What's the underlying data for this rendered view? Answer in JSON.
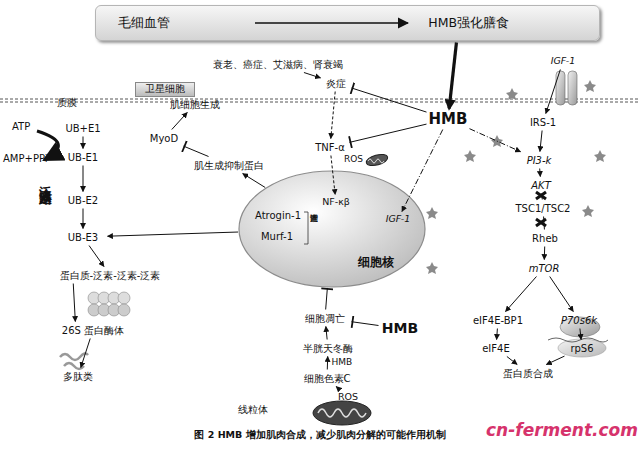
{
  "diagram": {
    "caption": "图 2 HMB 增加肌肉合成，减少肌肉分解的可能作用机制",
    "nodes": [
      {
        "text": [
          "毛细血管",
          "HMB强化膳食"
        ]
      },
      {
        "text": [
          "卫星细胞"
        ]
      },
      {
        "text": [
          "衰老、癌症、艾滋病、肾衰竭"
        ]
      },
      {
        "text": [
          "炎症"
        ]
      },
      {
        "text": [
          "HMB"
        ]
      },
      {
        "text": [
          "IGF-1"
        ]
      },
      {
        "text": [
          "肌细胞生成"
        ]
      },
      {
        "text": [
          "MyoD"
        ]
      },
      {
        "text": [
          "UB+E1"
        ]
      },
      {
        "text": [
          "UB-E1"
        ]
      },
      {
        "text": [
          "IRS-1"
        ]
      },
      {
        "text": [
          "TNF-α"
        ]
      },
      {
        "text": [
          "PI3-k"
        ]
      },
      {
        "text": [
          "肌生成抑制蛋白"
        ]
      },
      {
        "text": [
          "AKT"
        ]
      },
      {
        "text": [
          "UB-E2"
        ]
      },
      {
        "text": [
          "细胞核"
        ]
      },
      {
        "text": [
          "NF-κβ"
        ],
        "in": 16
      },
      {
        "text": [
          "Atrogin-1"
        ],
        "in": 16
      },
      {
        "text": [
          "Murf-1"
        ],
        "in": 16
      },
      {
        "text": [
          "IGF-1"
        ],
        "in": 16
      },
      {
        "text": [
          "TSC1/TSC2"
        ]
      },
      {
        "text": [
          "UB-E3"
        ]
      },
      {
        "text": [
          "Rheb"
        ]
      },
      {
        "text": [
          "mTOR"
        ]
      },
      {
        "text": [
          "蛋白质-泛素-泛素-泛素"
        ]
      },
      {
        "text": [
          "细胞凋亡"
        ]
      },
      {
        "text": [
          "26S 蛋白酶体"
        ]
      },
      {
        "text": [
          "eIF4E-BP1"
        ]
      },
      {
        "text": [
          "P70s6k"
        ]
      },
      {
        "text": [
          "HMB"
        ]
      },
      {
        "text": [
          "半胱天冬酶"
        ]
      },
      {
        "text": [
          "eIF4E"
        ]
      },
      {
        "text": [
          "rpS6"
        ]
      },
      {
        "text": [
          "细胞色素C"
        ]
      },
      {
        "text": [
          "蛋白质合成"
        ]
      },
      {
        "text": [
          "多肽类"
        ]
      },
      {
        "text": [
          "ROS"
        ]
      }
    ],
    "edges": [
      {
        "from": 0,
        "to": 4,
        "arrow": "to"
      },
      {
        "from": 2,
        "to": 3,
        "arrow": "to"
      },
      {
        "from": 4,
        "to": 3,
        "arrow": "to"
      },
      {
        "from": 3,
        "to": 11,
        "arrow": "to"
      },
      {
        "from": 4,
        "to": 11,
        "arrow": "to"
      },
      {
        "from": 11,
        "to": 17,
        "arrow": "to"
      },
      {
        "from": 4,
        "to": 20,
        "arrow": "to"
      },
      {
        "from": 4,
        "to": 12,
        "arrow": "to"
      },
      {
        "from": 5,
        "to": 10,
        "arrow": "to"
      },
      {
        "from": 10,
        "to": 12,
        "arrow": "to"
      },
      {
        "from": 12,
        "to": 14,
        "arrow": "to"
      },
      {
        "from": 14,
        "to": 21,
        "arrow": "none"
      },
      {
        "from": 21,
        "to": 23,
        "arrow": "none"
      },
      {
        "from": 23,
        "to": 24,
        "arrow": "to"
      },
      {
        "from": 24,
        "to": 28,
        "arrow": "to"
      },
      {
        "from": 24,
        "to": 29,
        "arrow": "to"
      },
      {
        "from": 28,
        "to": 32,
        "arrow": "to"
      },
      {
        "from": 29,
        "to": 33,
        "arrow": "to"
      },
      {
        "from": 32,
        "to": 35,
        "arrow": "to"
      },
      {
        "from": 33,
        "to": 35,
        "arrow": "to"
      },
      {
        "from": 8,
        "to": 9,
        "arrow": "to"
      },
      {
        "from": 9,
        "to": 15,
        "arrow": "to"
      },
      {
        "from": 15,
        "to": 22,
        "arrow": "to"
      },
      {
        "from": 22,
        "to": 25,
        "arrow": "to"
      },
      {
        "from": 25,
        "to": 27,
        "arrow": "to"
      },
      {
        "from": 27,
        "to": 36,
        "arrow": "to"
      },
      {
        "from": 16,
        "to": 22,
        "arrow": "to"
      },
      {
        "from": 16,
        "to": 13,
        "arrow": "to"
      },
      {
        "from": 13,
        "to": 7,
        "arrow": "to"
      },
      {
        "from": 7,
        "to": 6,
        "arrow": "to"
      },
      {
        "from": 26,
        "to": 16,
        "arrow": "to"
      },
      {
        "from": 30,
        "to": 26,
        "arrow": "to"
      },
      {
        "from": 31,
        "to": 26,
        "arrow": "to"
      },
      {
        "from": 34,
        "to": 31,
        "label": "HMB",
        "arrow": "to"
      },
      {
        "from": 37,
        "to": 34,
        "arrow": "to"
      }
    ],
    "labels": [
      "ATP",
      "AMP+PPi",
      "泛素通路",
      "质膜",
      "ROS",
      "泛素调控",
      "线粒体",
      "cn-ferment.com"
    ]
  }
}
